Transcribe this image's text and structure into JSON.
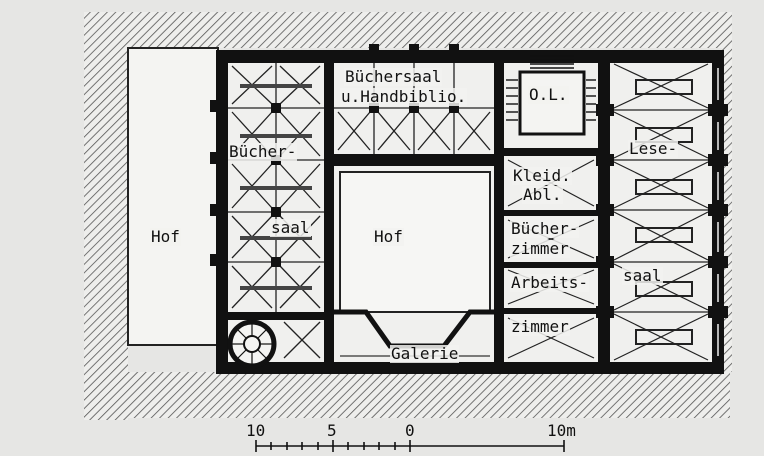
{
  "labels": {
    "hof_left": "Hof",
    "hof_center": "Hof",
    "buechersaal_handbiblio_line1": "Büchersaal",
    "buechersaal_handbiblio_line2": "u.Handbiblio.",
    "ol": "O.L.",
    "buecher": "Bücher-",
    "saal_left": "saal",
    "kleid": "Kleid.",
    "abl": "Abl.",
    "buecher_zimmer_line1": "Bücher-",
    "buecher_zimmer_line2": "zimmer",
    "arbeits": "Arbeits-",
    "zimmer": "zimmer",
    "lese": "Lese-",
    "saal_right": "saal",
    "galerie": "Galerie"
  },
  "scale": {
    "ticks": [
      "10",
      "5",
      "0",
      "10m"
    ]
  }
}
